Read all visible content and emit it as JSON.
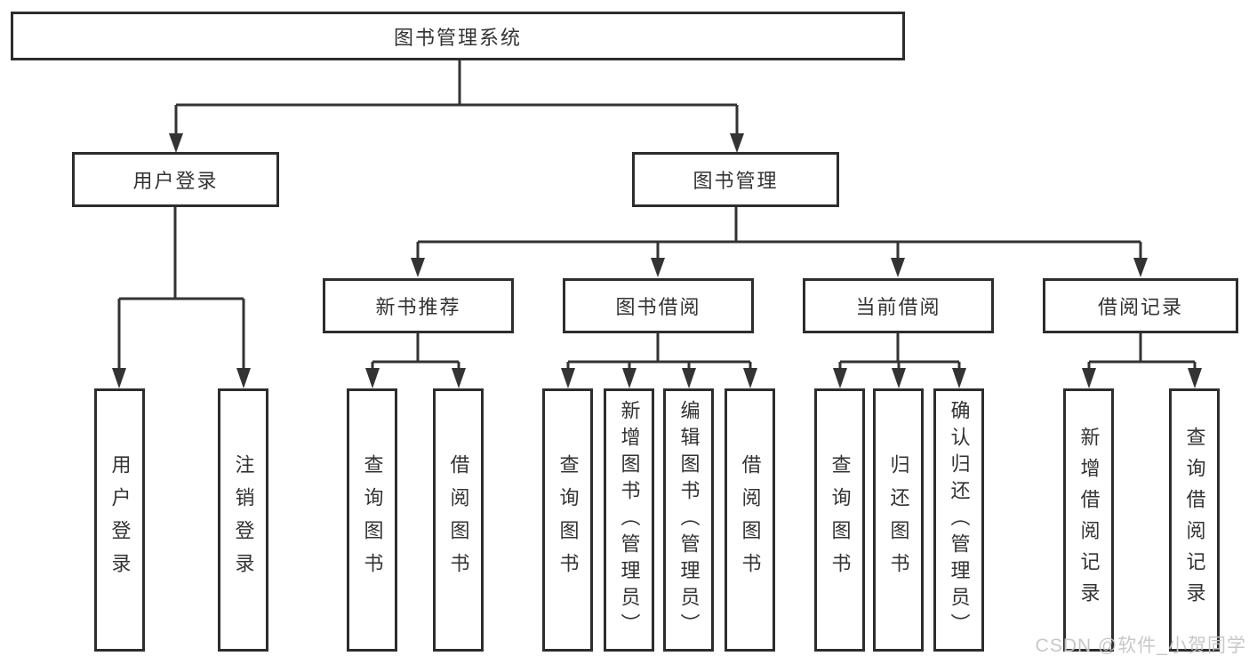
{
  "colors": {
    "background": "#ffffff",
    "line": "#333333",
    "box_border": "#2d2d2d",
    "text": "#333333",
    "watermark": "#c6c4c4"
  },
  "tree": {
    "root": {
      "label": "图书管理系统"
    },
    "branches": [
      {
        "label": "用户登录",
        "children": [
          {
            "label": "用户登录"
          },
          {
            "label": "注销登录"
          }
        ]
      },
      {
        "label": "图书管理",
        "children": [
          {
            "label": "新书推荐",
            "children": [
              {
                "label": "查询图书"
              },
              {
                "label": "借阅图书"
              }
            ]
          },
          {
            "label": "图书借阅",
            "children": [
              {
                "label": "查询图书"
              },
              {
                "label": "新增图书（管理员）"
              },
              {
                "label": "编辑图书（管理员）"
              },
              {
                "label": "借阅图书"
              }
            ]
          },
          {
            "label": "当前借阅",
            "children": [
              {
                "label": "查询图书"
              },
              {
                "label": "归还图书"
              },
              {
                "label": "确认归还（管理员）"
              }
            ]
          },
          {
            "label": "借阅记录",
            "children": [
              {
                "label": "新增借阅记录"
              },
              {
                "label": "查询借阅记录"
              }
            ]
          }
        ]
      }
    ]
  },
  "watermark": {
    "text": "CSDN @软件_小贺同学"
  }
}
